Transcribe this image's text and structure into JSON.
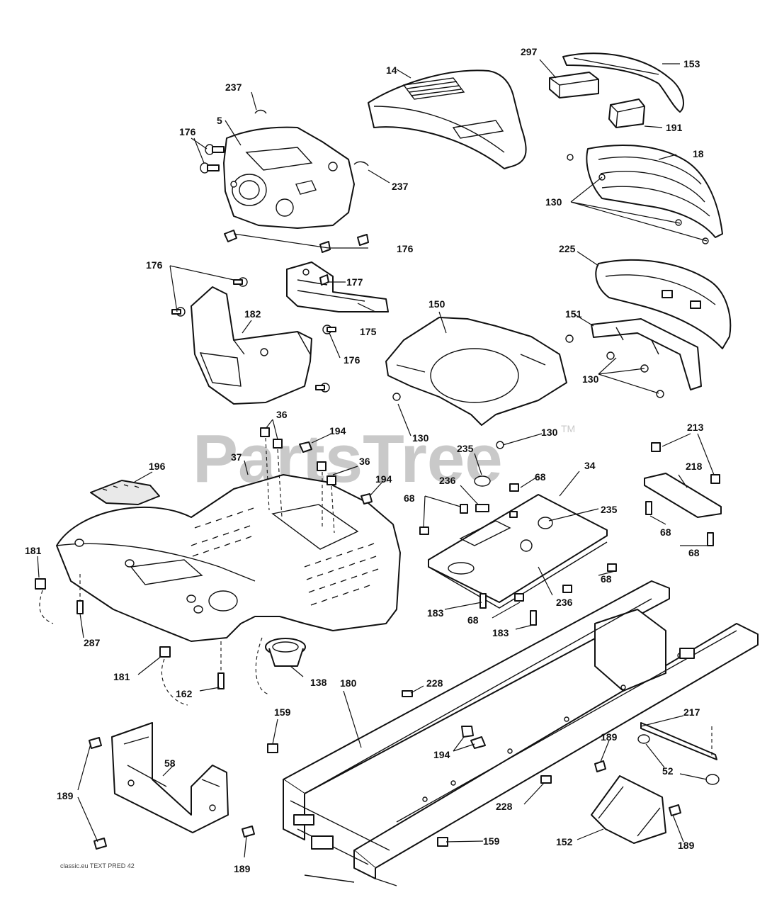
{
  "watermark": {
    "text": "PartsTree",
    "tm": "TM"
  },
  "footer_text": "classic.eu TEXT PRED 42",
  "callouts": [
    "14",
    "297",
    "153",
    "237",
    "5",
    "176",
    "237",
    "191",
    "18",
    "130",
    "176",
    "176",
    "177",
    "225",
    "151",
    "150",
    "182",
    "175",
    "176",
    "130",
    "130",
    "36",
    "194",
    "130",
    "235",
    "213",
    "196",
    "37",
    "36",
    "194",
    "68",
    "236",
    "34",
    "218",
    "68",
    "235",
    "181",
    "68",
    "68",
    "68",
    "183",
    "236",
    "68",
    "287",
    "183",
    "181",
    "138",
    "162",
    "228",
    "180",
    "159",
    "217",
    "194",
    "189",
    "58",
    "52",
    "189",
    "228",
    "152",
    "159",
    "189",
    "189"
  ]
}
